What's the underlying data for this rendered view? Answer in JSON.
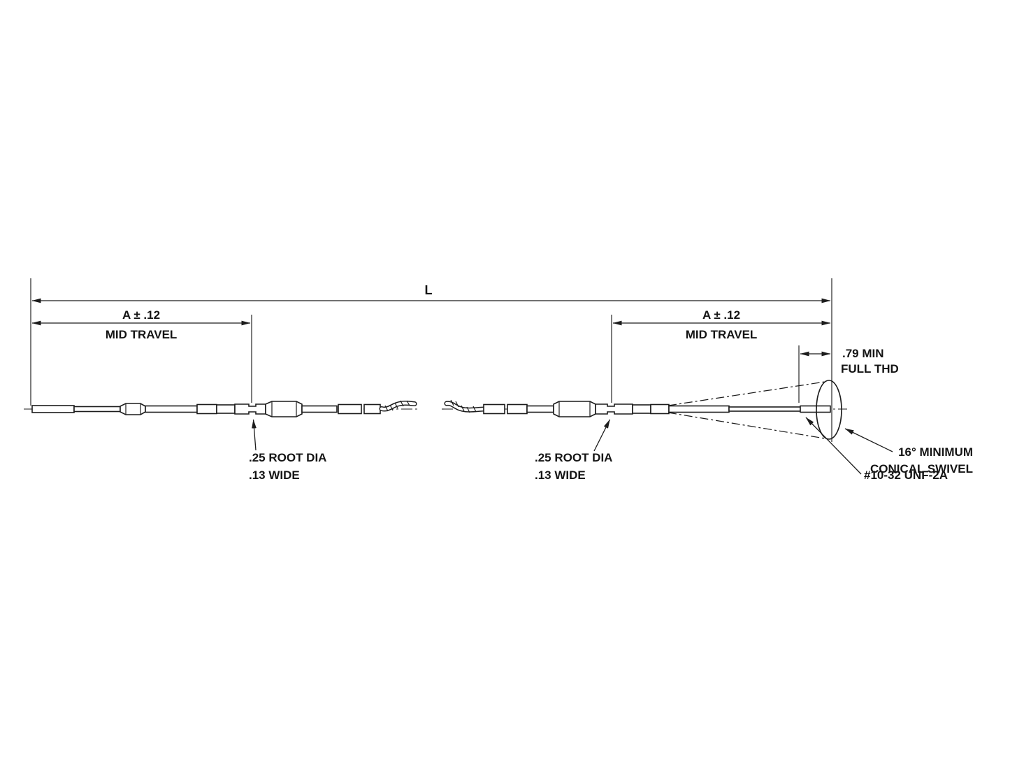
{
  "diagram": {
    "dimensions": {
      "overall_length": "L",
      "mid_travel_left": {
        "value": "A ± .12",
        "caption": "MID TRAVEL"
      },
      "mid_travel_right": {
        "value": "A ± .12",
        "caption": "MID TRAVEL"
      },
      "full_thread": {
        "line1": ".79 MIN",
        "line2": "FULL THD"
      }
    },
    "callouts": {
      "root_dia_left": {
        "line1": ".25 ROOT DIA",
        "line2": ".13 WIDE"
      },
      "root_dia_right": {
        "line1": ".25 ROOT DIA",
        "line2": ".13 WIDE"
      },
      "thread_spec": "#10-32 UNF-2A",
      "swivel": {
        "line1": "16° MINIMUM",
        "line2": "CONICAL SWIVEL"
      }
    }
  }
}
